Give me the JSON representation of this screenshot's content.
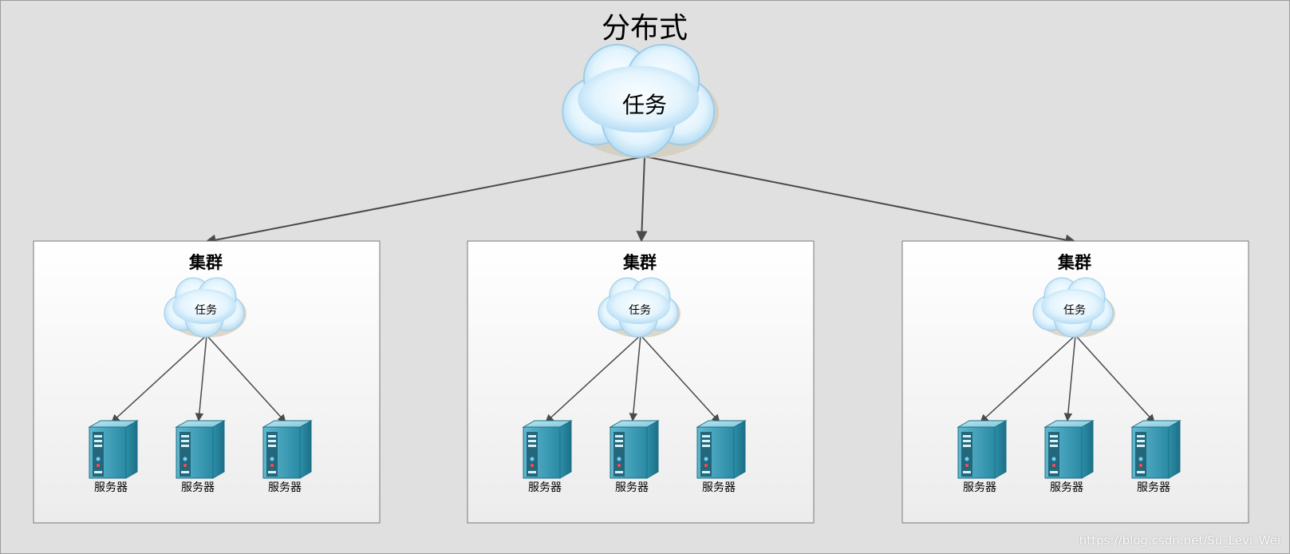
{
  "diagram": {
    "title": "分布式",
    "root_task_label": "任务",
    "clusters": [
      {
        "title": "集群",
        "task_label": "任务",
        "servers": [
          {
            "label": "服务器"
          },
          {
            "label": "服务器"
          },
          {
            "label": "服务器"
          }
        ]
      },
      {
        "title": "集群",
        "task_label": "任务",
        "servers": [
          {
            "label": "服务器"
          },
          {
            "label": "服务器"
          },
          {
            "label": "服务器"
          }
        ]
      },
      {
        "title": "集群",
        "task_label": "任务",
        "servers": [
          {
            "label": "服务器"
          },
          {
            "label": "服务器"
          },
          {
            "label": "服务器"
          }
        ]
      }
    ]
  },
  "watermark": "https://blog.csdn.net/Su_Levi_Wei",
  "colors": {
    "outer_background": "#e0e0e0",
    "cluster_fill_top": "#ffffff",
    "cluster_fill_bottom": "#ececec",
    "cloud_light": "#f4fbff",
    "cloud_dark": "#a9d6f2",
    "server_teal": "#2f97b0",
    "arrow": "#4a4a4a"
  }
}
